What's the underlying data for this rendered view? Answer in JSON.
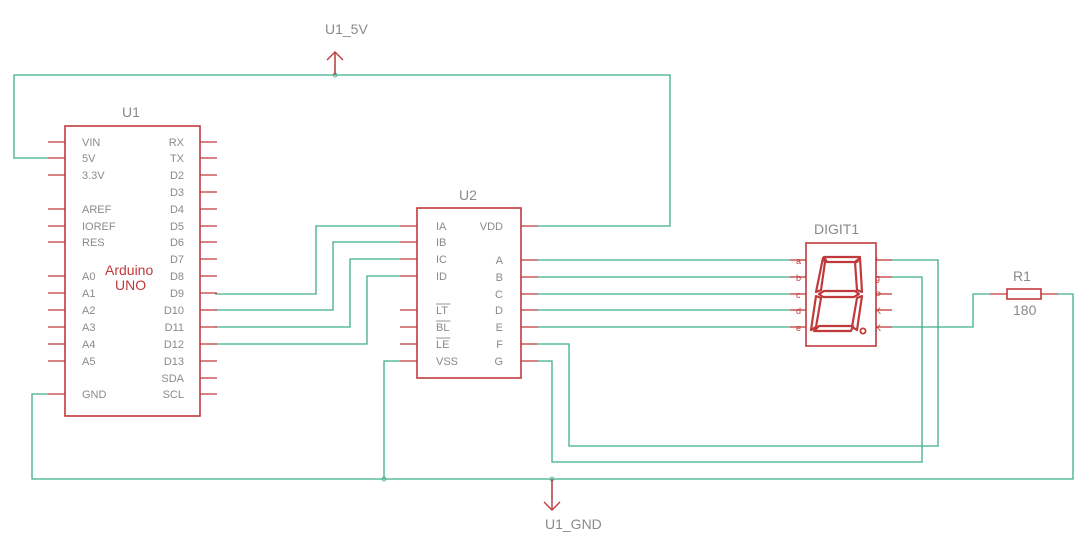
{
  "components": {
    "u1": {
      "refdes": "U1",
      "value_line1": "Arduino",
      "value_line2": "UNO",
      "left_pins": [
        "VIN",
        "5V",
        "3.3V",
        "AREF",
        "IOREF",
        "RES",
        "A0",
        "A1",
        "A2",
        "A3",
        "A4",
        "A5",
        "GND"
      ],
      "right_pins": [
        "RX",
        "TX",
        "D2",
        "D3",
        "D4",
        "D5",
        "D6",
        "D7",
        "D8",
        "D9",
        "D10",
        "D11",
        "D12",
        "D13",
        "SDA",
        "SCL"
      ]
    },
    "u2": {
      "refdes": "U2",
      "left_pins": [
        "IA",
        "IB",
        "IC",
        "ID",
        "LT",
        "BL",
        "LE",
        "VSS"
      ],
      "right_pins": [
        "VDD",
        "A",
        "B",
        "C",
        "D",
        "E",
        "F",
        "G"
      ]
    },
    "digit1": {
      "refdes": "DIGIT1",
      "left_pins": [
        "a",
        "b",
        "c",
        "d",
        "e"
      ],
      "right_pins": [
        "f",
        "g",
        "P",
        "K",
        "K"
      ]
    },
    "r1": {
      "refdes": "R1",
      "value": "180"
    }
  },
  "nets": {
    "vcc": "U1_5V",
    "gnd": "U1_GND"
  },
  "colors": {
    "wire": "#3fae8c",
    "component": "#c0393b",
    "label": "#8a8a8a"
  }
}
